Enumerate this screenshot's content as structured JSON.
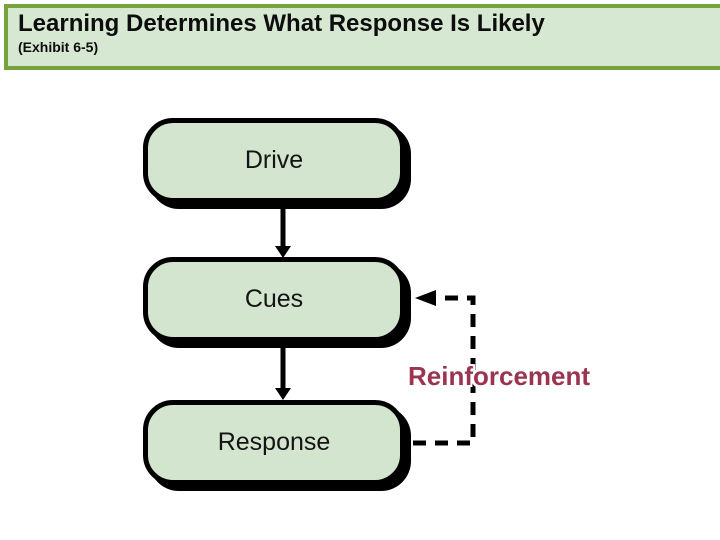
{
  "slide": {
    "header": {
      "title": "Learning Determines What Response Is Likely",
      "subtitle": "(Exhibit 6-5)"
    },
    "diagram": {
      "boxes": [
        {
          "label": "Drive"
        },
        {
          "label": "Cues"
        },
        {
          "label": "Response"
        }
      ],
      "reinforcement_label": "Reinforcement"
    },
    "colors": {
      "header_fill": "#d7e8d2",
      "header_border": "#77a33c",
      "box_fill": "#d3e4cf",
      "box_border": "#000000",
      "connector": "#000000",
      "reinforcement_text": "#9b3450"
    }
  }
}
